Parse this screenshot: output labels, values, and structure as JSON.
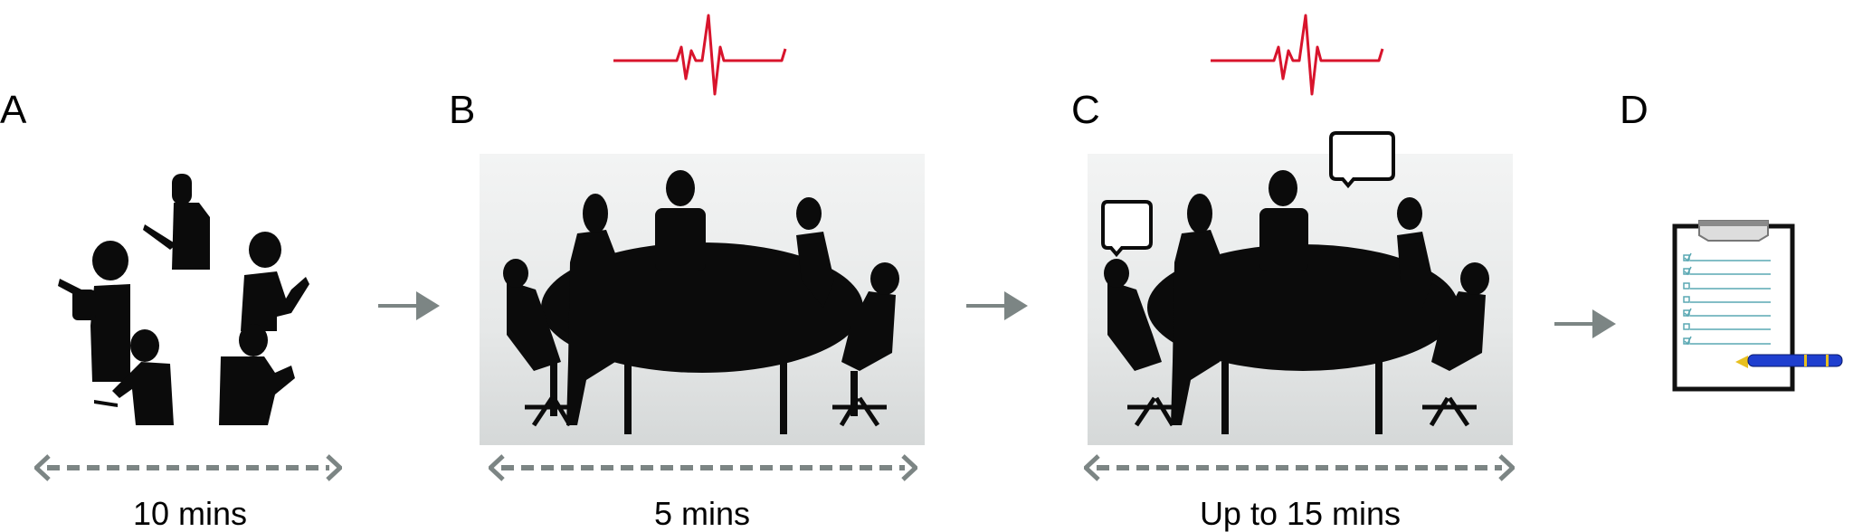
{
  "figure": {
    "panels": [
      {
        "letter": "A",
        "description": "Individual participants review notes",
        "duration": "10 mins",
        "icon": "people-with-clipboards"
      },
      {
        "letter": "B",
        "description": "Group meeting around table with physiological monitoring",
        "duration": "5 mins",
        "icon": "round-table-meeting",
        "monitor_icon": "heartbeat-ecg"
      },
      {
        "letter": "C",
        "description": "Group discussion around table with physiological monitoring",
        "duration": "Up to 15 mins",
        "icon": "round-table-discussion",
        "monitor_icon": "heartbeat-ecg"
      },
      {
        "letter": "D",
        "description": "Questionnaire / checklist",
        "icon": "clipboard-checklist-pen"
      }
    ],
    "colors": {
      "ecg": "#d8142c",
      "arrow": "#7c8584",
      "silhouette": "#0b0b0b",
      "pen": "#1f3fcf",
      "checklist_line": "#5aa8b3"
    }
  }
}
